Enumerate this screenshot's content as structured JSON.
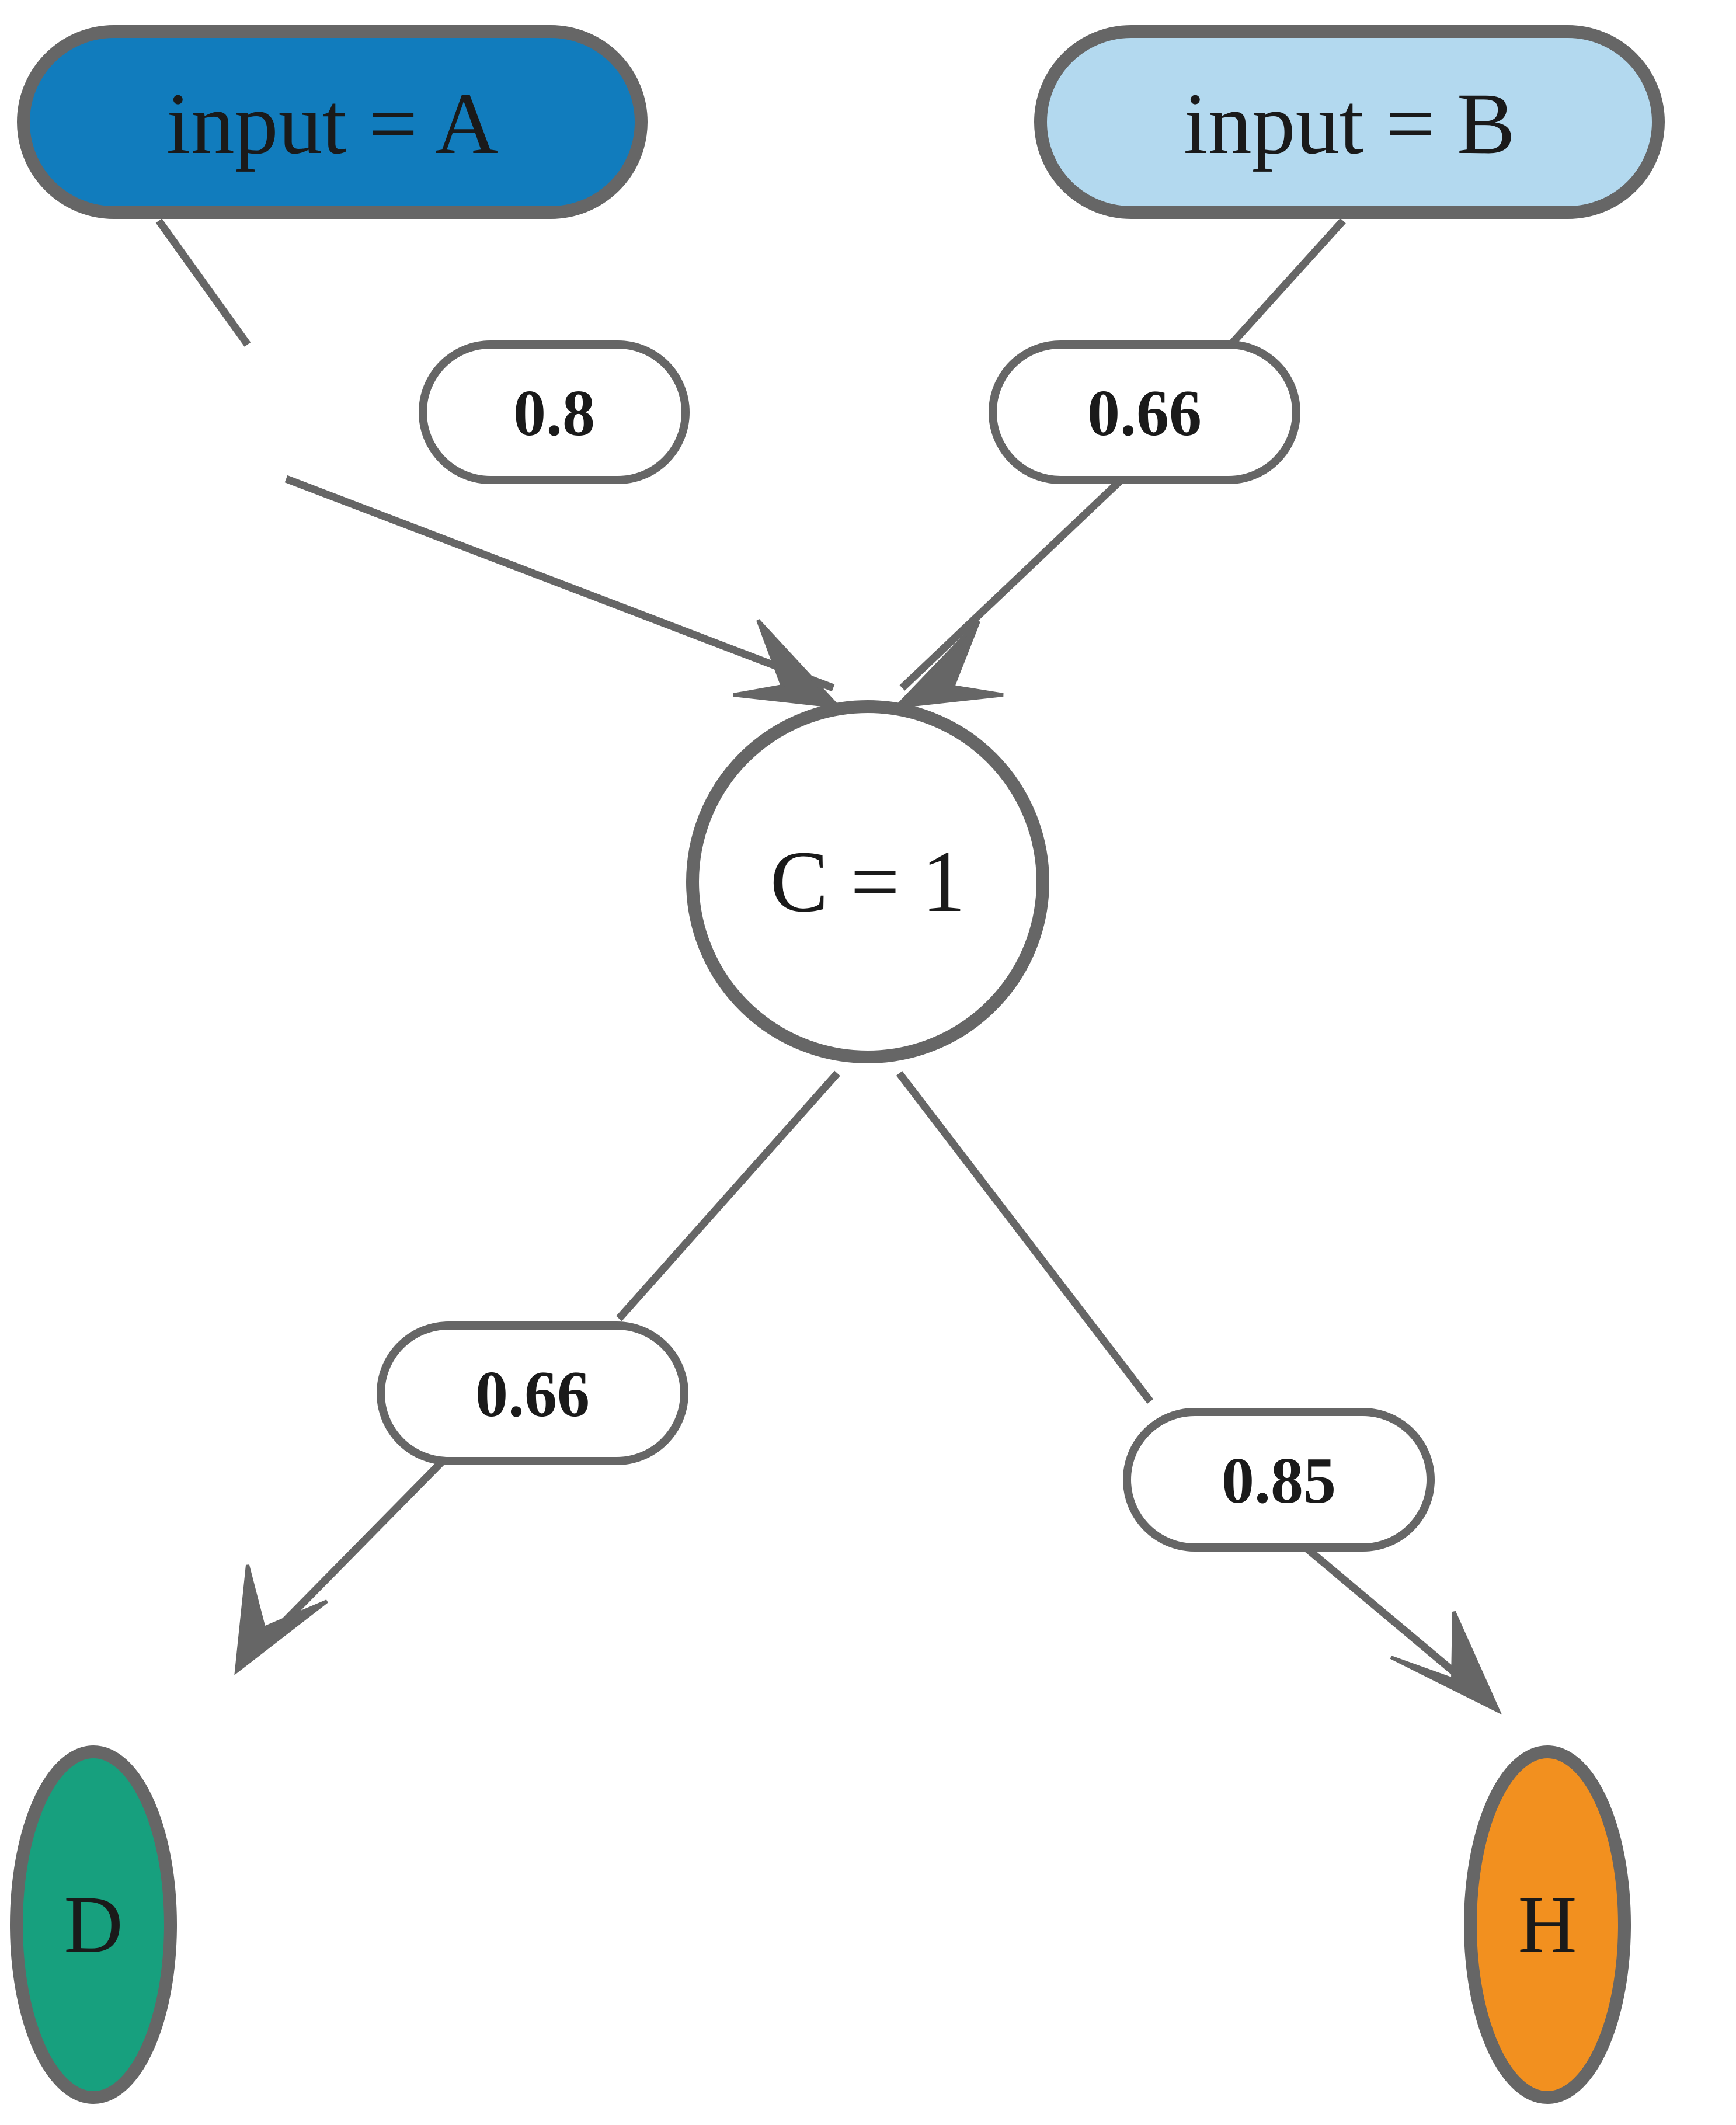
{
  "diagram": {
    "type": "directed-graph",
    "background_color": "#ffffff",
    "stroke_color": "#666666",
    "text_color": "#1a1a1a",
    "nodes": [
      {
        "id": "A",
        "label": "input = A",
        "shape": "rounded-rectangle",
        "fill": "#117cbd",
        "role": "input"
      },
      {
        "id": "B",
        "label": "input = B",
        "shape": "rounded-rectangle",
        "fill": "#b3d9ef",
        "role": "input"
      },
      {
        "id": "C",
        "label": "C = 1",
        "shape": "circle",
        "fill": "#ffffff",
        "role": "internal"
      },
      {
        "id": "D",
        "label": "D",
        "shape": "circle",
        "fill": "#17a07e",
        "role": "output"
      },
      {
        "id": "H",
        "label": "H",
        "shape": "circle",
        "fill": "#f2901f",
        "role": "output"
      }
    ],
    "edges": [
      {
        "from": "A",
        "to": "C",
        "weight": "0.8"
      },
      {
        "from": "B",
        "to": "C",
        "weight": "0.66"
      },
      {
        "from": "C",
        "to": "D",
        "weight": "0.66"
      },
      {
        "from": "C",
        "to": "H",
        "weight": "0.85"
      }
    ]
  }
}
